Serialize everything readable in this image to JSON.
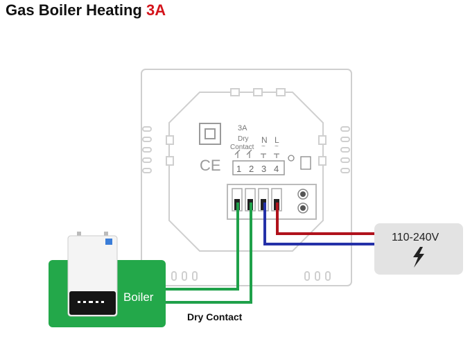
{
  "title": {
    "main": "Gas Boiler Heating",
    "accent": "3A"
  },
  "thermostat": {
    "rating": "3A",
    "dry_contact_line1": "Dry",
    "dry_contact_line2": "Contact",
    "n_label": "N",
    "l_label": "L",
    "terminals": [
      "1",
      "2",
      "3",
      "4"
    ],
    "ce_mark": "CE"
  },
  "boiler": {
    "label": "Boiler"
  },
  "power": {
    "label": "110-240V",
    "icon": "lightning-bolt-icon"
  },
  "dry_contact_label": "Dry Contact",
  "colors": {
    "title_accent": "#d4141b",
    "boiler_box": "#23a84a",
    "dry_contact_wire": "#1fa14a",
    "neutral_wire": "#2531a8",
    "live_wire": "#b0121c",
    "power_box": "#e3e3e3"
  }
}
